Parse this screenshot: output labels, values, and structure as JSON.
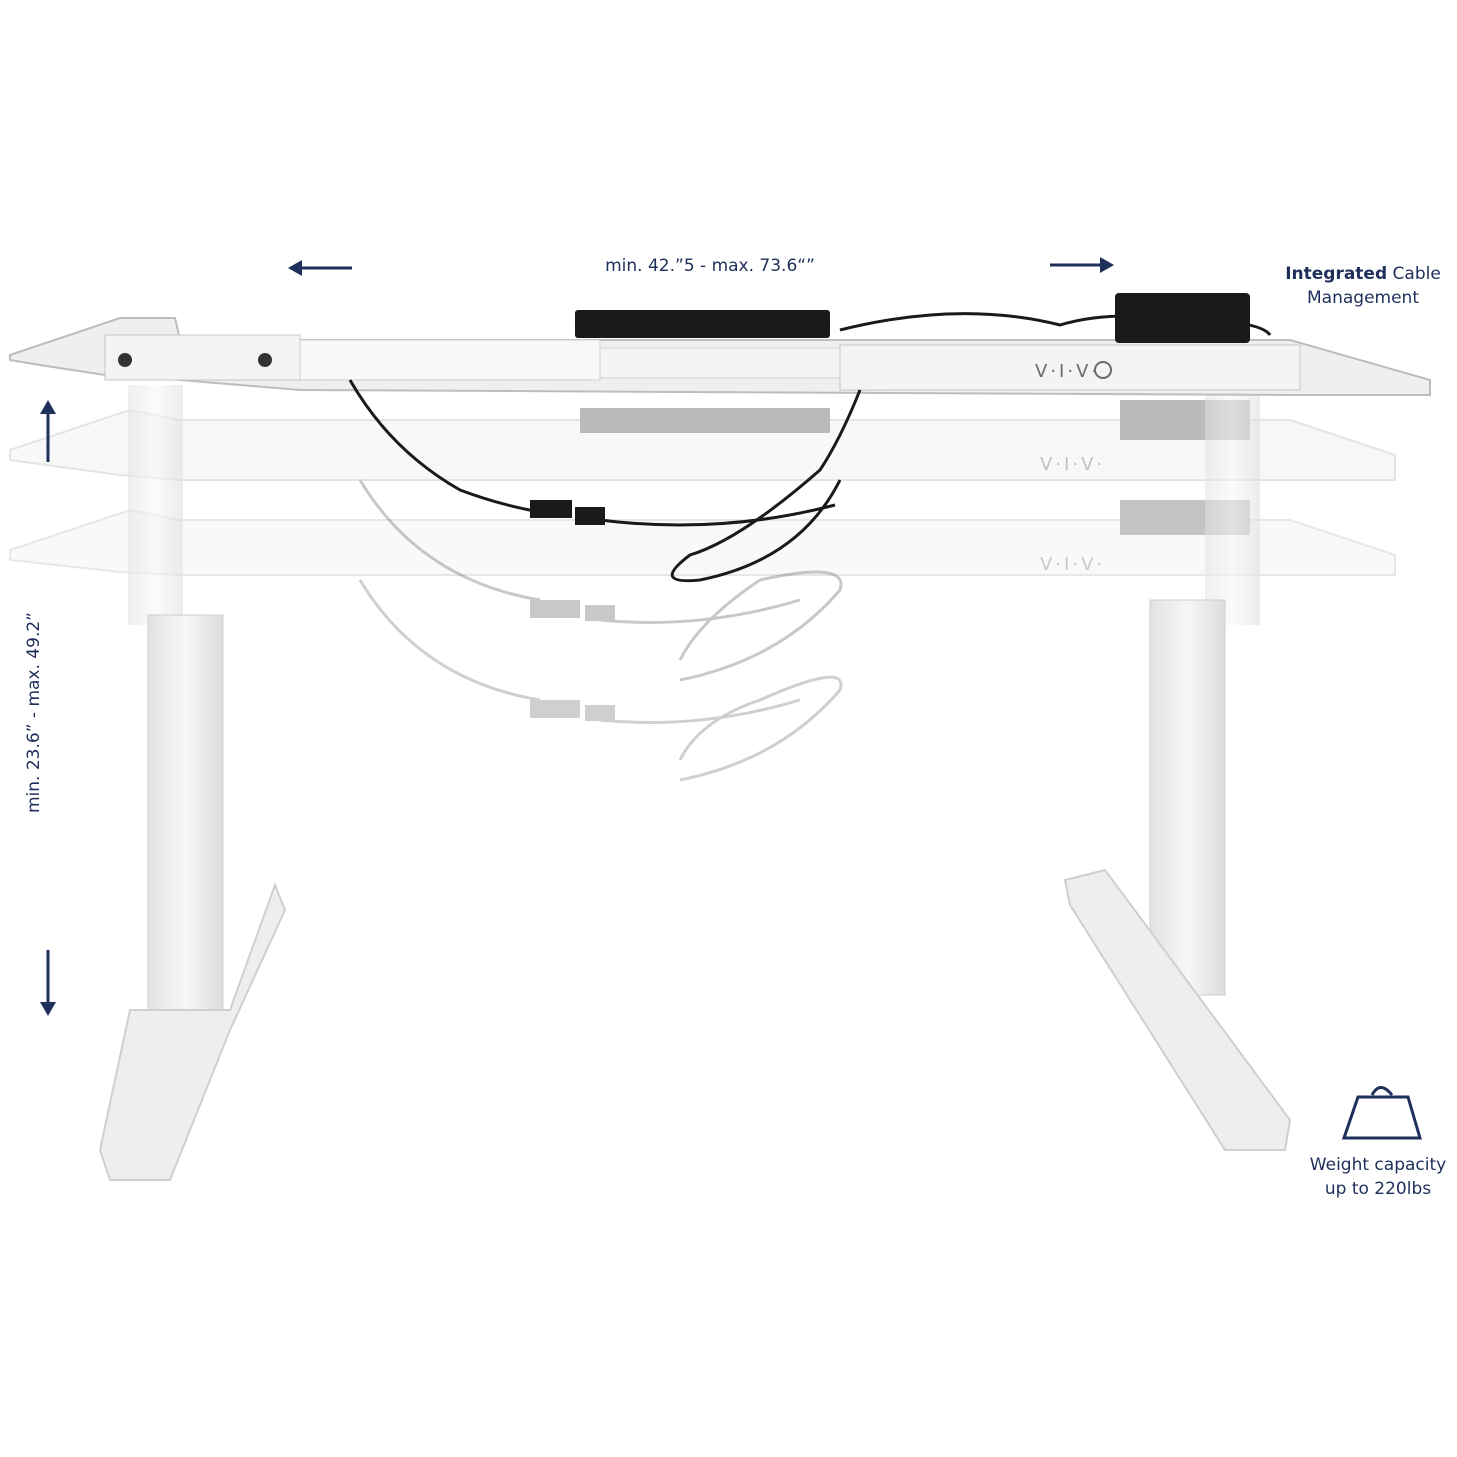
{
  "dimensions": {
    "width_range": "min. 42.”5 - max. 73.6“”",
    "height_range": "min. 23.6” - max. 49.2”"
  },
  "features": {
    "cable_management_bold": "Integrated",
    "cable_management_rest": " Cable Management",
    "weight_line1": "Weight capacity",
    "weight_line2": "up to 220lbs"
  },
  "brand": {
    "logo_text": "V·I·V·"
  },
  "colors": {
    "accent": "#1e2f5a",
    "frame": "#ededed",
    "frame_edge": "#c9c9c9",
    "cable": "#1a1a1a"
  },
  "icons": [
    "arrow-left-icon",
    "arrow-right-icon",
    "arrow-up-icon",
    "arrow-down-icon",
    "weight-icon"
  ]
}
